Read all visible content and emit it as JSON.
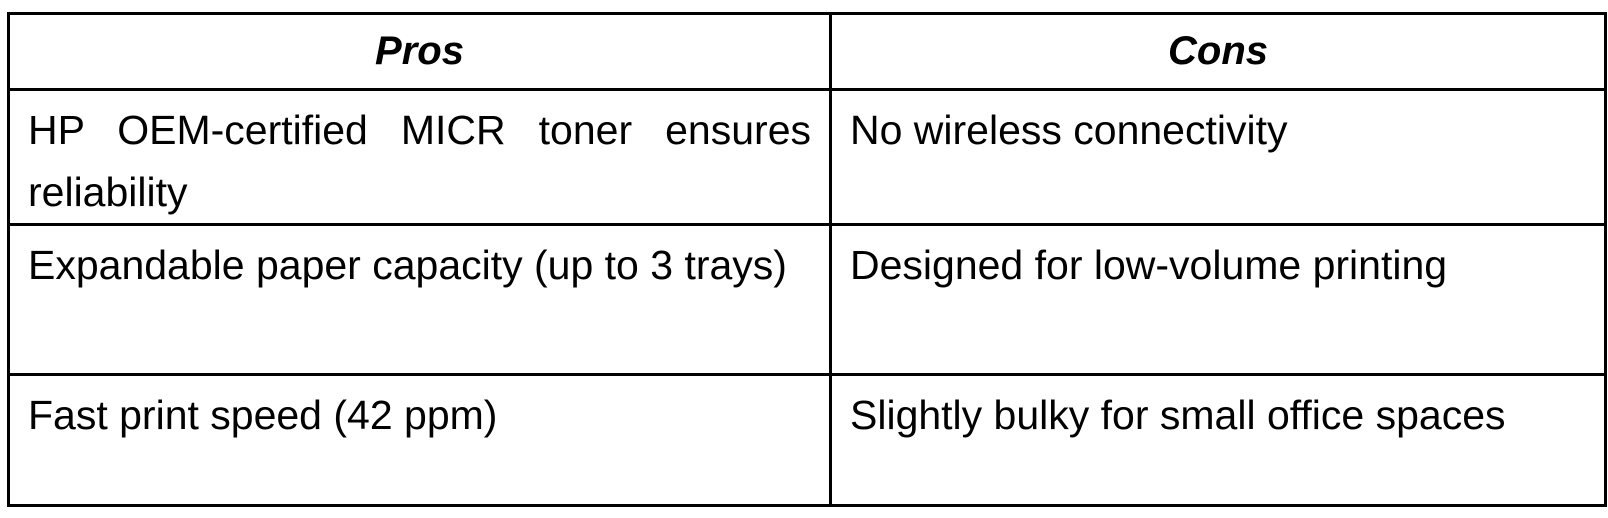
{
  "table": {
    "headers": [
      "Pros",
      "Cons"
    ],
    "rows": [
      [
        "HP OEM-certified MICR toner ensures reliability",
        "No wireless connectivity"
      ],
      [
        "Expandable paper capacity (up to 3 trays)",
        "Designed for low-volume printing"
      ],
      [
        "Fast print speed (42 ppm)",
        "Slightly bulky for small office spaces"
      ]
    ]
  }
}
